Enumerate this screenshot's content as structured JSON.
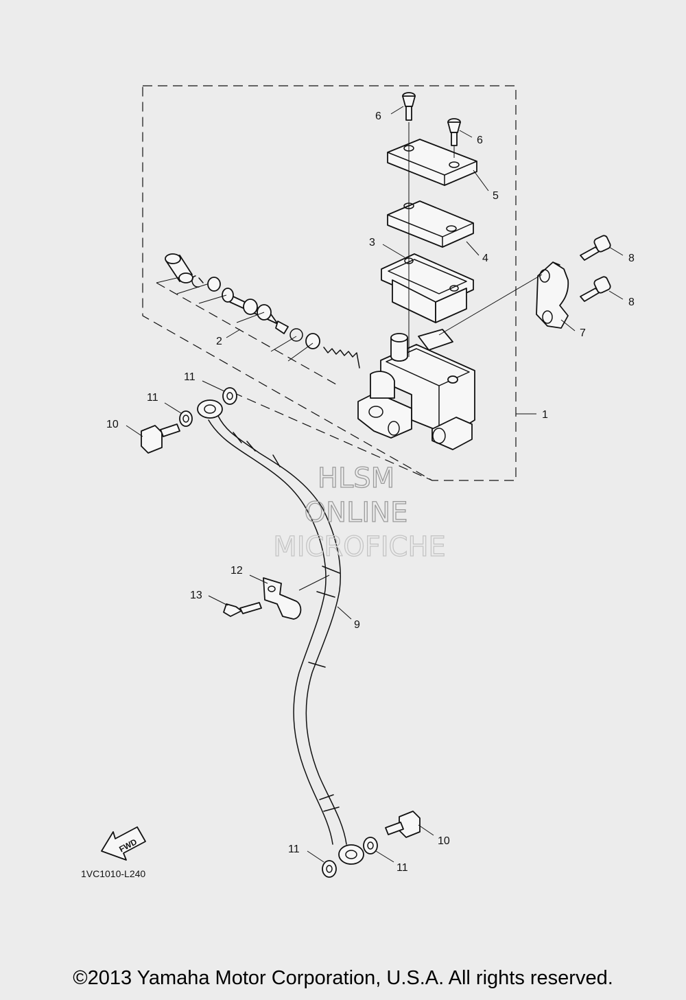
{
  "callouts": {
    "c1": "1",
    "c2": "2",
    "c3": "3",
    "c4": "4",
    "c5": "5",
    "c6a": "6",
    "c6b": "6",
    "c7": "7",
    "c8a": "8",
    "c8b": "8",
    "c9": "9",
    "c10a": "10",
    "c10b": "10",
    "c11a": "11",
    "c11b": "11",
    "c11c": "11",
    "c11d": "11",
    "c12": "12",
    "c13": "13"
  },
  "drawing_code": "1VC1010-L240",
  "fwd_label": "FWD",
  "watermark": {
    "line1": "HLSM",
    "line2": "ONLINE",
    "line3": "MICROFICHE"
  },
  "copyright": "©2013 Yamaha Motor Corporation, U.S.A. All rights reserved."
}
